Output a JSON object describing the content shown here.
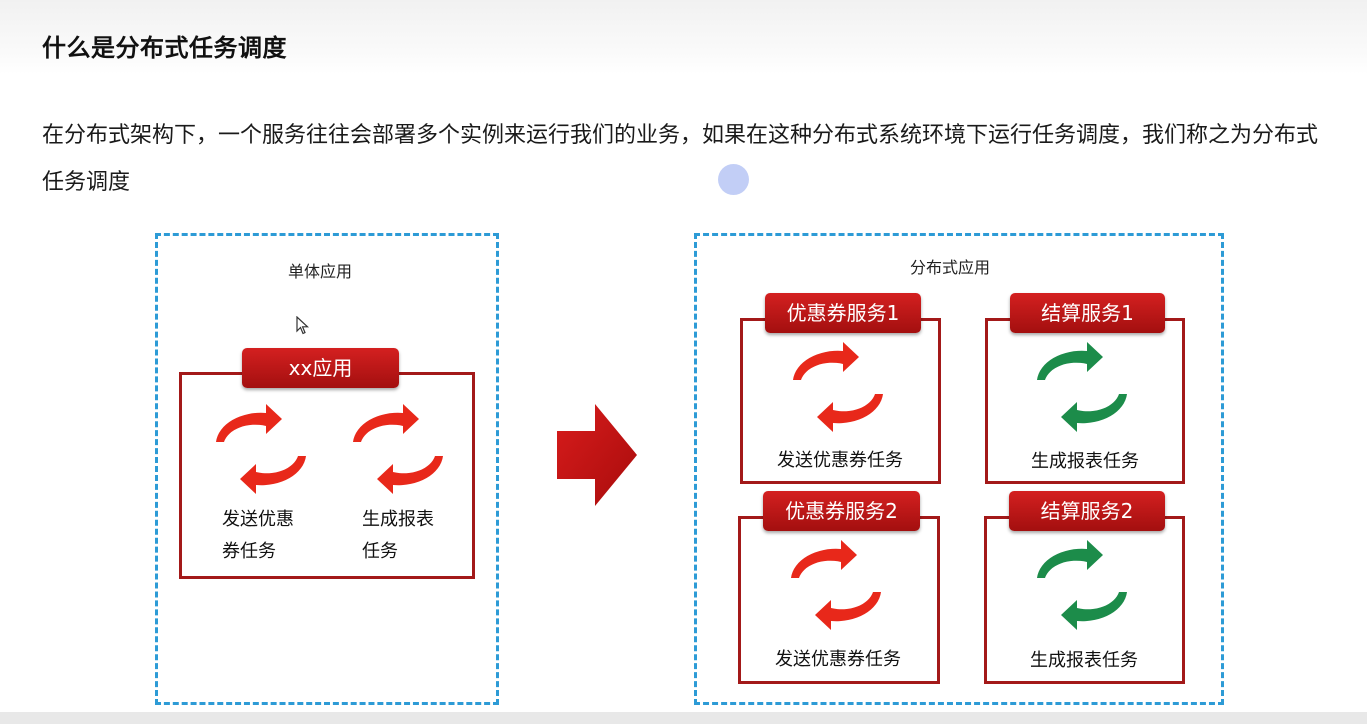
{
  "page": {
    "title": "什么是分布式任务调度",
    "description": "在分布式架构下，一个服务往往会部署多个实例来运行我们的业务，如果在这种分布式系统环境下运行任务调度，我们称之为分布式任务调度"
  },
  "single": {
    "group_label": "单体应用",
    "app_label": "xx应用",
    "task1_line1": "发送优惠",
    "task1_line2": "券任务",
    "task2_line1": "生成报表",
    "task2_line2": "任务"
  },
  "distributed": {
    "group_label": "分布式应用",
    "services": [
      {
        "label": "优惠券服务1",
        "task": "发送优惠券任务",
        "color": "red"
      },
      {
        "label": "结算服务1",
        "task": "生成报表任务",
        "color": "green"
      },
      {
        "label": "优惠券服务2",
        "task": "发送优惠券任务",
        "color": "red"
      },
      {
        "label": "结算服务2",
        "task": "生成报表任务",
        "color": "green"
      }
    ]
  },
  "colors": {
    "dashed_border": "#2d9bd6",
    "box_border": "#a31919",
    "banner": "#c81818",
    "red_cycle": "#e8281a",
    "green_cycle": "#1c8c4a",
    "arrow": "#c81414"
  }
}
